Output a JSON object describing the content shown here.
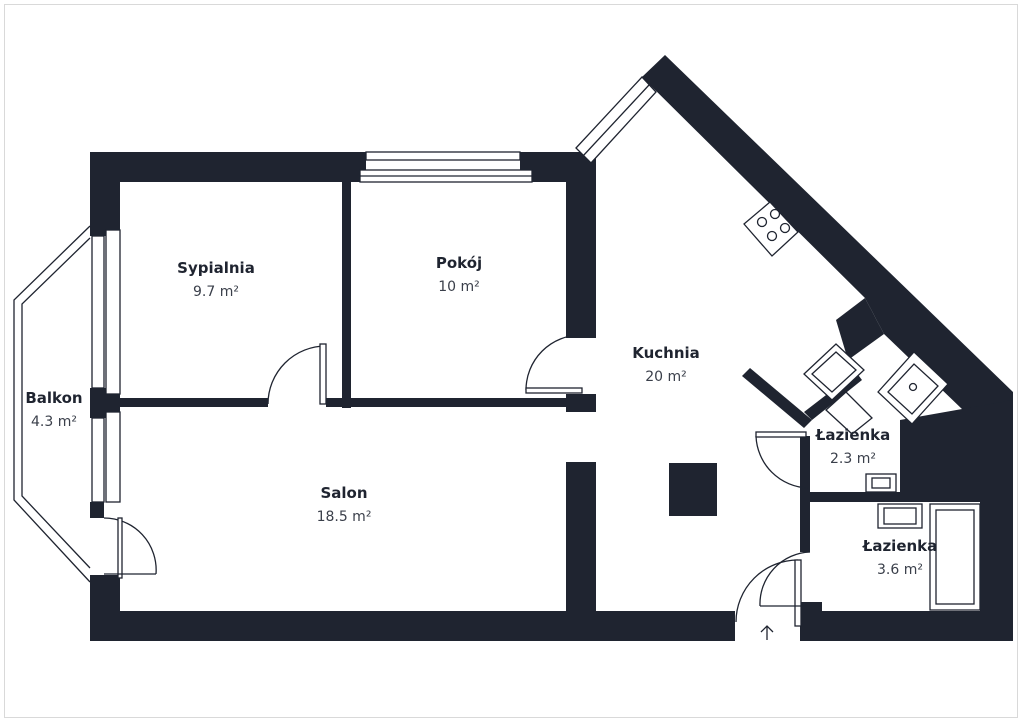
{
  "rooms": [
    {
      "name": "Sypialnia",
      "area": "9.7 m²"
    },
    {
      "name": "Pokój",
      "area": "10 m²"
    },
    {
      "name": "Kuchnia",
      "area": "20 m²"
    },
    {
      "name": "Balkon",
      "area": "4.3 m²"
    },
    {
      "name": "Salon",
      "area": "18.5 m²"
    },
    {
      "name": "Łazienka",
      "area": "2.3 m²"
    },
    {
      "name": "Łazienka",
      "area": "3.6 m²"
    }
  ],
  "colors": {
    "wall": "#1f2430",
    "background": "#ffffff",
    "line": "#1f2430"
  },
  "icons": [
    "stove-icon",
    "sink-icon",
    "entrance-arrow-icon"
  ]
}
